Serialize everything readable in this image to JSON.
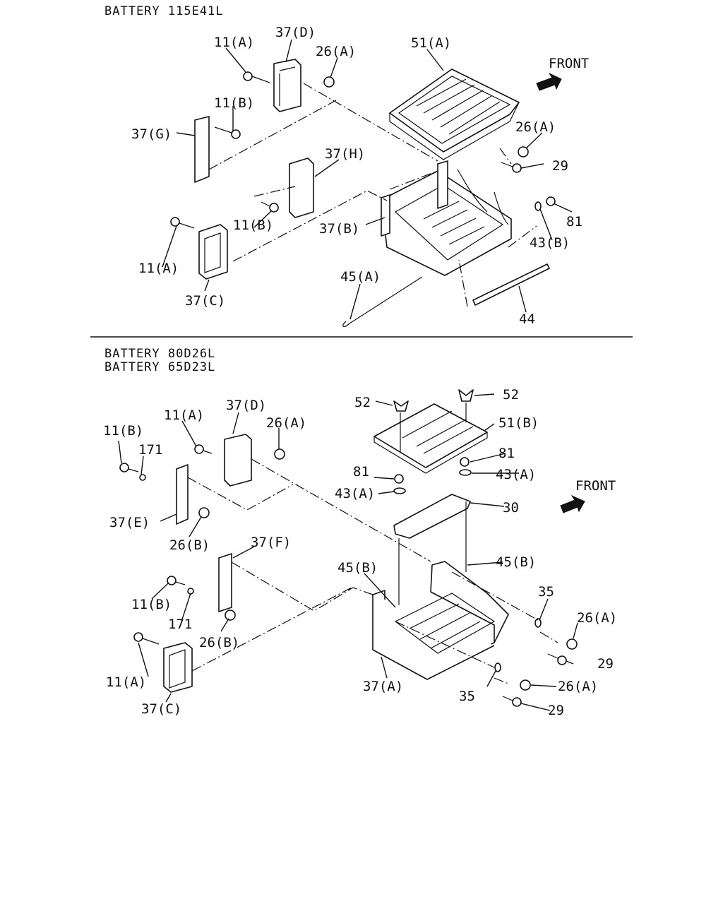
{
  "sections": [
    {
      "headers": [
        "BATTERY 115E41L"
      ],
      "labels": [
        "37(D)",
        "11(A)",
        "26(A)",
        "51(A)",
        "FRONT",
        "11(B)",
        "37(G)",
        "26(A)",
        "29",
        "37(H)",
        "81",
        "11(B)",
        "37(B)",
        "43(B)",
        "11(A)",
        "45(A)",
        "37(C)",
        "44"
      ]
    },
    {
      "headers": [
        "BATTERY 80D26L",
        "BATTERY 65D23L"
      ],
      "labels": [
        "52",
        "52",
        "37(D)",
        "11(A)",
        "51(B)",
        "11(B)",
        "26(A)",
        "171",
        "81",
        "81",
        "43(A)",
        "43(A)",
        "FRONT",
        "37(E)",
        "30",
        "26(B)",
        "37(F)",
        "45(B)",
        "45(B)",
        "35",
        "11(B)",
        "26(A)",
        "171",
        "26(B)",
        "29",
        "11(A)",
        "37(A)",
        "26(A)",
        "35",
        "37(C)",
        "29"
      ]
    }
  ],
  "icons": [
    "front-arrow-icon"
  ]
}
